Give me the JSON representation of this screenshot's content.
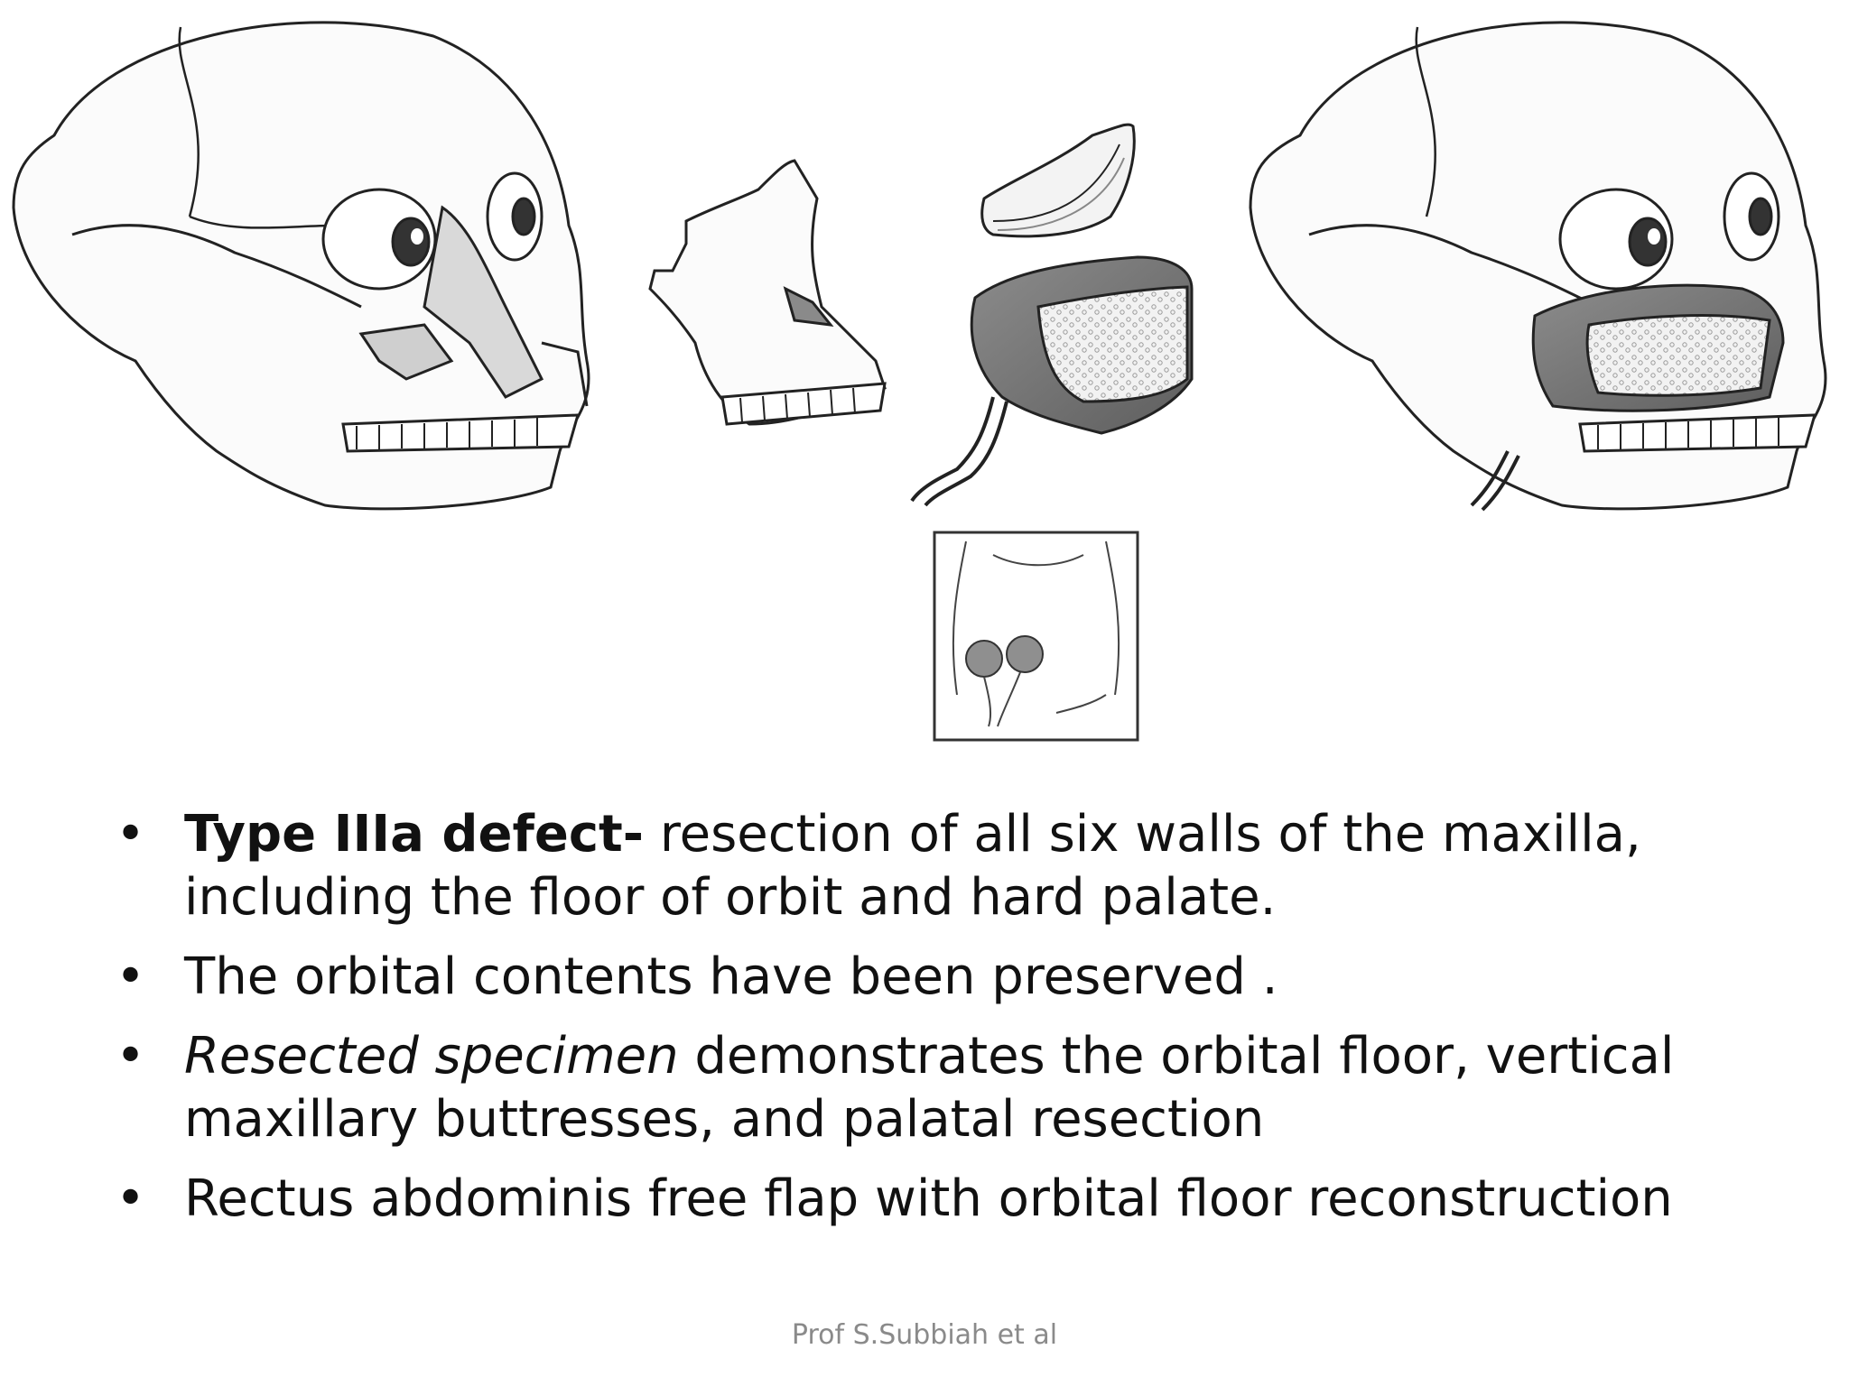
{
  "figures": {
    "left_skull": "skull-with-type-IIIa-defect",
    "resected_specimen": "resected-maxilla-specimen",
    "bone_graft": "orbital-floor-graft",
    "flap": "rectus-abdominis-flap",
    "donor_site": "abdomen-donor-site-inset",
    "right_skull": "skull-after-reconstruction"
  },
  "bullets": [
    {
      "bold": "Type IIIa defect-",
      "text": " resection of all six walls of the maxilla, including the floor of orbit and hard palate."
    },
    {
      "text": " The orbital contents have been preserved ."
    },
    {
      "italic": " Resected specimen",
      "text": " demonstrates the orbital floor, vertical maxillary buttresses, and palatal resection"
    },
    {
      "text": "Rectus abdominis free flap with orbital floor reconstruction"
    }
  ],
  "footer": "Prof S.Subbiah et al"
}
